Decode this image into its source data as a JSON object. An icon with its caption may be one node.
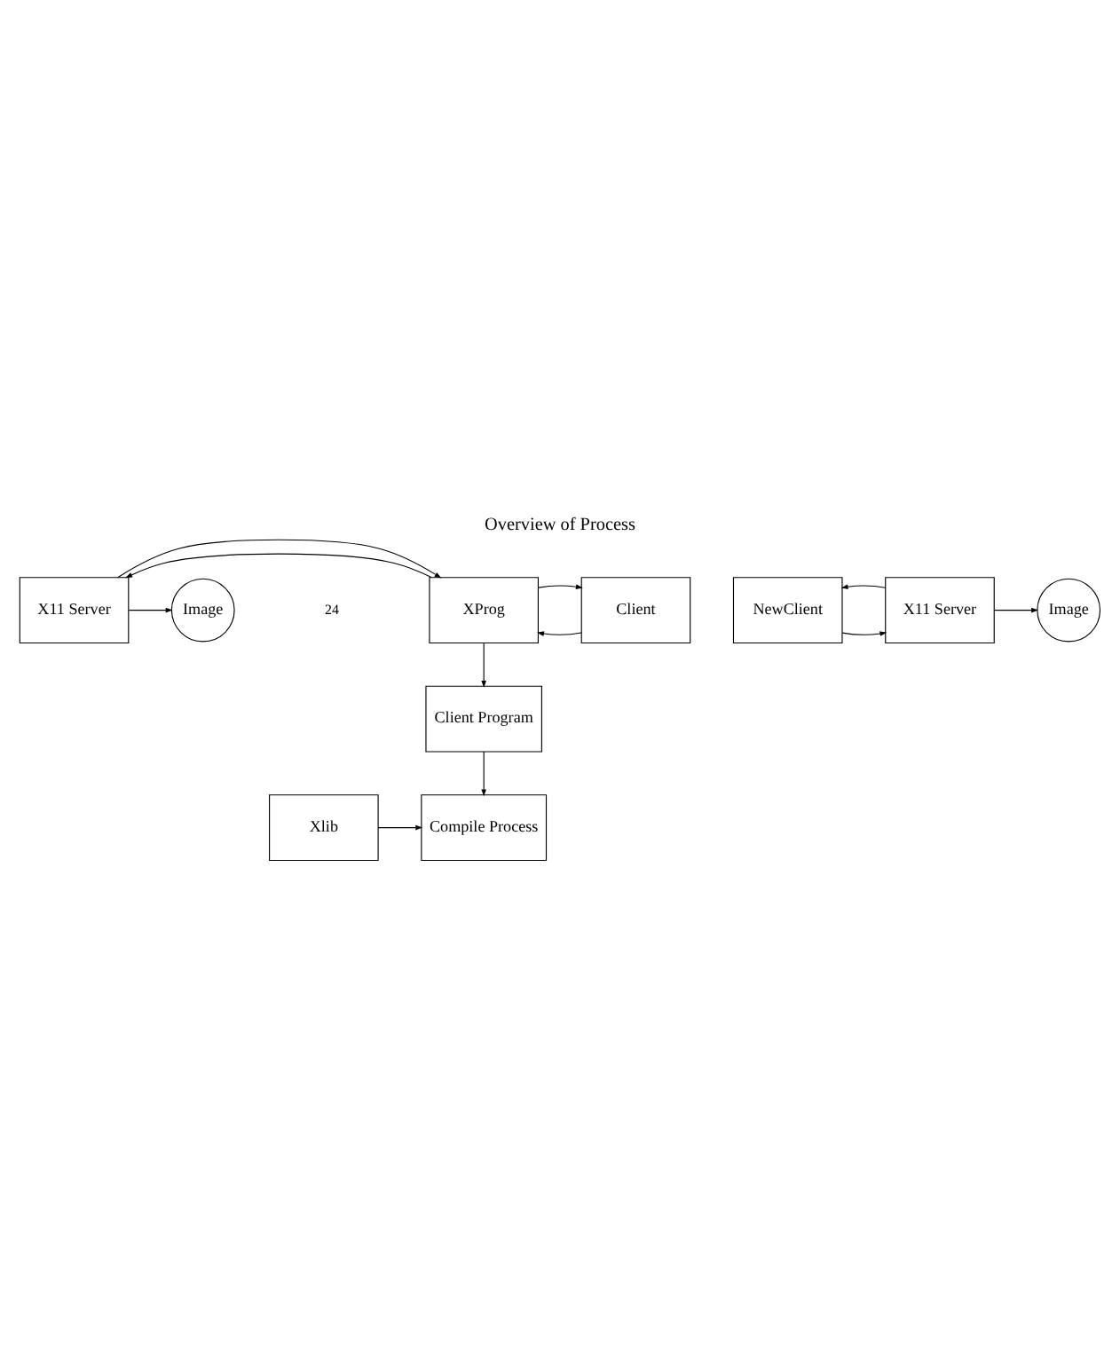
{
  "diagram": {
    "title": "Overview of Process",
    "nodes": [
      {
        "text": [
          "Client"
        ]
      },
      {
        "text": [
          "XProg"
        ]
      },
      {
        "text": [
          "X11 Server"
        ]
      },
      {
        "text": [
          "Image"
        ]
      },
      {
        "text": [
          "Client Program"
        ]
      },
      {
        "text": [
          "Compile Process"
        ]
      },
      {
        "text": [
          "Xlib"
        ]
      },
      {
        "text": [
          "NewClient"
        ]
      },
      {
        "text": [
          "X11 Server"
        ]
      },
      {
        "text": [
          "Image"
        ]
      }
    ],
    "edges": [
      {
        "from": 0,
        "to": 1,
        "arrow": "to"
      },
      {
        "from": 1,
        "to": 0,
        "arrow": "to"
      },
      {
        "from": 1,
        "to": 2,
        "arrow": "to"
      },
      {
        "from": 2,
        "to": 1,
        "arrow": "to"
      },
      {
        "from": 2,
        "to": 3,
        "arrow": "to"
      },
      {
        "from": 1,
        "to": 4,
        "arrow": "to"
      },
      {
        "from": 4,
        "to": 5,
        "arrow": "to"
      },
      {
        "from": 6,
        "to": 5,
        "arrow": "to"
      },
      {
        "from": 7,
        "to": 8,
        "arrow": "to"
      },
      {
        "from": 8,
        "to": 7,
        "arrow": "to"
      },
      {
        "from": 8,
        "to": 9,
        "arrow": "to"
      }
    ],
    "labels": [
      "24"
    ]
  }
}
